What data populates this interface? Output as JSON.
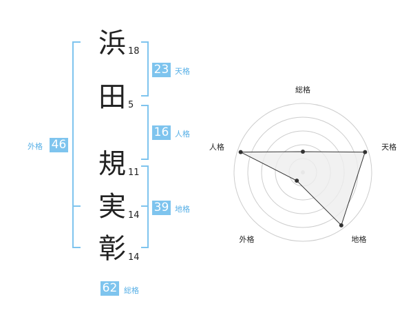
{
  "name": {
    "chars": [
      {
        "kanji": "浜",
        "strokes": "18"
      },
      {
        "kanji": "田",
        "strokes": "5"
      },
      {
        "kanji": "規",
        "strokes": "11"
      },
      {
        "kanji": "実",
        "strokes": "14"
      },
      {
        "kanji": "彰",
        "strokes": "14"
      }
    ]
  },
  "fortunes": {
    "tenkaku": {
      "value": "23",
      "label": "天格"
    },
    "jinkaku": {
      "value": "16",
      "label": "人格"
    },
    "chikaku": {
      "value": "39",
      "label": "地格"
    },
    "gaikaku": {
      "value": "46",
      "label": "外格"
    },
    "soukaku": {
      "value": "62",
      "label": "総格"
    }
  },
  "chart_data": {
    "type": "radar",
    "axes": [
      "総格",
      "天格",
      "地格",
      "外格",
      "人格"
    ],
    "values": [
      0.3,
      0.95,
      0.95,
      0.15,
      0.95
    ],
    "rmax": 1,
    "rings": 5,
    "colors": {
      "fill": "#eeeeee",
      "stroke": "#333333",
      "ring": "#cccccc",
      "point": "#333333"
    }
  }
}
